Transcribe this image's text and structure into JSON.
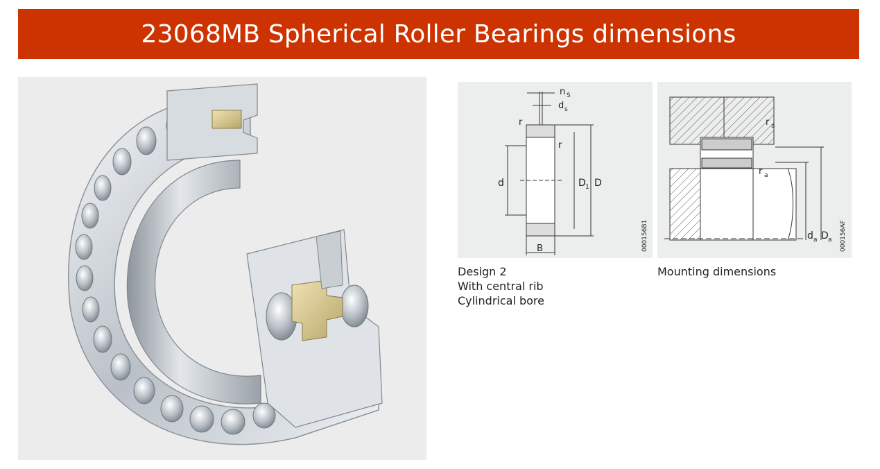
{
  "page": {
    "title": "23068MB Spherical Roller Bearings dimensions"
  },
  "design_diagram": {
    "labels": {
      "ns": "n",
      "ns_sub": "S",
      "ds": "d",
      "ds_sub": "s",
      "r": "r",
      "d": "d",
      "D1": "D",
      "D1_sub": "1",
      "D": "D",
      "B": "B"
    },
    "code": "000156B1",
    "caption": {
      "line1": "Design 2",
      "line2": "With central rib",
      "line3": "Cylindrical bore"
    }
  },
  "mounting_diagram": {
    "labels": {
      "ra": "r",
      "ra_sub": "a",
      "da": "d",
      "da_sub": "a",
      "Da": "D",
      "Da_sub": "a"
    },
    "code": "000156AF",
    "caption": "Mounting dimensions"
  }
}
